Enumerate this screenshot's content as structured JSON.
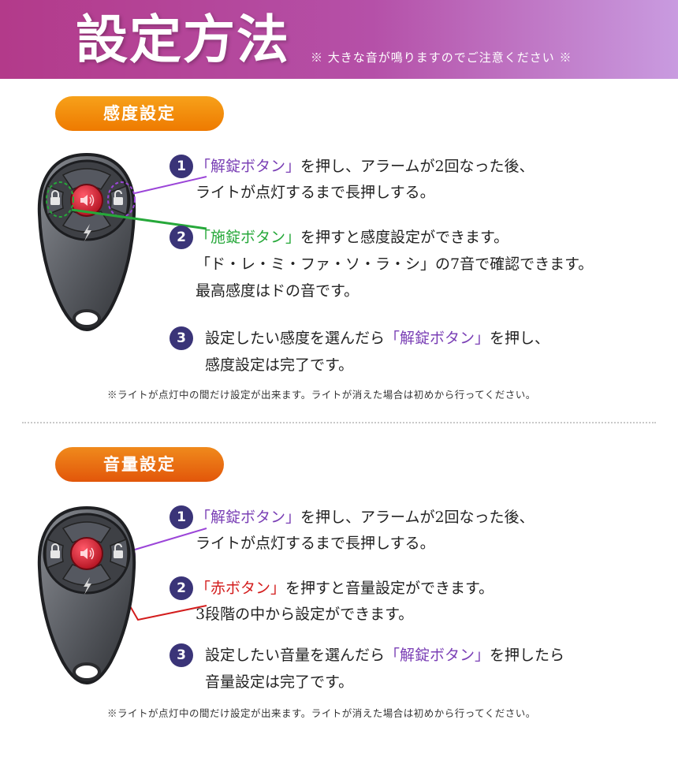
{
  "header": {
    "title": "設定方法",
    "note": "※ 大きな音が鳴りますのでご注意ください ※"
  },
  "sensitivity": {
    "pill": "感度設定",
    "step1": {
      "num": "1",
      "highlight": "「解錠ボタン」",
      "line1_rest": "を押し、アラームが2回なった後、",
      "line2": "ライトが点灯するまで長押しする。"
    },
    "step2": {
      "num": "2",
      "highlight": "「施錠ボタン」",
      "line1_rest": "を押すと感度設定ができます。",
      "line2": "「ド・レ・ミ・ファ・ソ・ラ・シ」の7音で確認できます。",
      "line3": "最高感度はドの音です。"
    },
    "step3": {
      "num": "3",
      "line1_pre": "設定したい感度を選んだら",
      "highlight": "「解錠ボタン」",
      "line1_post": "を押し、",
      "line2": "感度設定は完了です。"
    },
    "note": "※ライトが点灯中の間だけ設定が出来ます。ライトが消えた場合は初めから行ってください。"
  },
  "volume": {
    "pill": "音量設定",
    "step1": {
      "num": "1",
      "highlight": "「解錠ボタン」",
      "line1_rest": "を押し、アラームが2回なった後、",
      "line2": "ライトが点灯するまで長押しする。"
    },
    "step2": {
      "num": "2",
      "highlight": "「赤ボタン」",
      "line1_rest": "を押すと音量設定ができます。",
      "line2": "3段階の中から設定ができます。"
    },
    "step3": {
      "num": "3",
      "line1_pre": "設定したい音量を選んだら",
      "highlight": "「解錠ボタン」",
      "line1_post": "を押したら",
      "line2": "音量設定は完了です。"
    },
    "note": "※ライトが点灯中の間だけ設定が出来ます。ライトが消えた場合は初めから行ってください。"
  },
  "colors": {
    "header_start": "#b33a8a",
    "header_end": "#c99be0",
    "unlock_highlight": "#7a3fb5",
    "lock_highlight": "#26a83a",
    "red_highlight": "#d31d1d",
    "step_badge": "#3a3478"
  },
  "icons": {
    "fob_left_button": "lock-icon",
    "fob_right_button": "unlock-icon",
    "fob_center_button": "speaker-icon",
    "fob_bottom_button": "lightning-icon"
  }
}
